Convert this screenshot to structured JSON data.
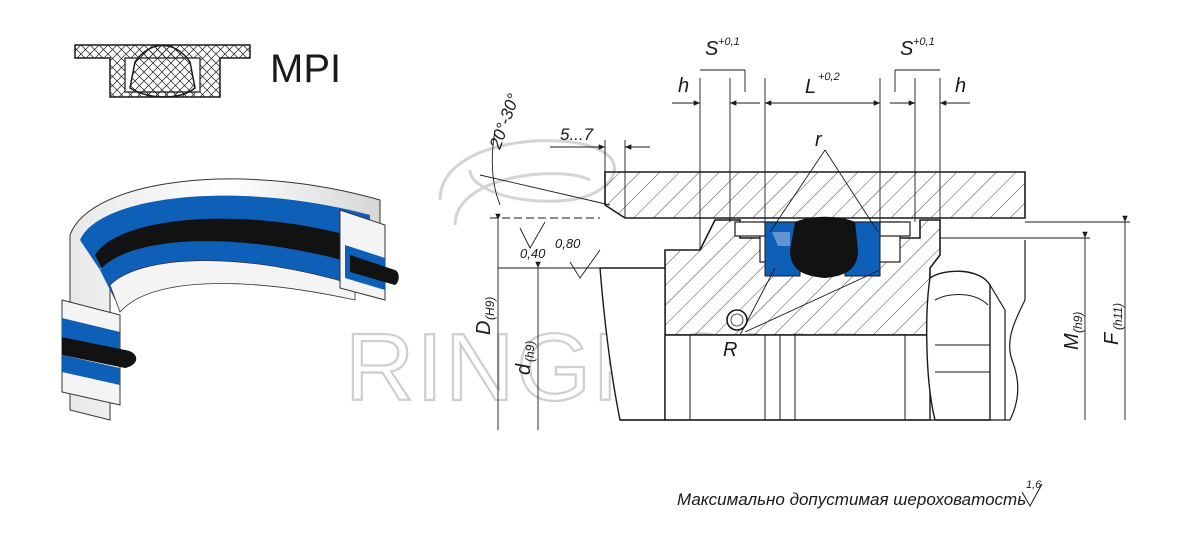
{
  "profile": {
    "label": "MPI"
  },
  "watermark": {
    "text": "RINGROUP"
  },
  "dimensions": {
    "s_left": {
      "base": "S",
      "tol": "+0,1"
    },
    "s_right": {
      "base": "S",
      "tol": "+0,1"
    },
    "l_mid": {
      "base": "L",
      "tol": "+0,2"
    },
    "h_left": "h",
    "h_right": "h",
    "chamfer_len": "5...7",
    "angle": "20°-30°",
    "radius_small": "r",
    "radius_large": "R",
    "rough_1": "0,40",
    "rough_2": "0,80",
    "d_bore": {
      "base": "D",
      "sub": "(H9)"
    },
    "d_rod": {
      "base": "d",
      "sub": "(h9)"
    },
    "m_dim": {
      "base": "M",
      "sub": "(h9)"
    },
    "f_dim": {
      "base": "F",
      "sub": "(h11)"
    }
  },
  "footer": {
    "caption": "Максимально допустимая шероховатость",
    "roughness": "1,6"
  },
  "colors": {
    "seal_blue": "#0d5fb8",
    "seal_black": "#121212",
    "ring_white": "#f4f4f4",
    "line": "#1a1a1a"
  }
}
